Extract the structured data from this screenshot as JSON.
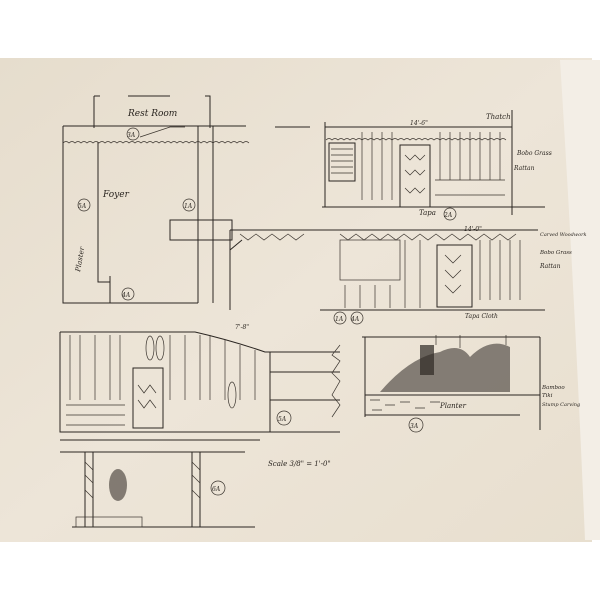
{
  "sheet": {
    "paper_color": "#ebe3d5",
    "ink_color": "#2b2622",
    "plan_labels": {
      "rest_room": "Rest Room",
      "foyer": "Foyer",
      "plaster": "Plaster",
      "tag_3a": "3A",
      "tag_5a_plan": "5A",
      "tag_1a_plan": "1A",
      "tag_4a_plan": "4A"
    },
    "elevation_2a": {
      "dimension": "14'-6\"",
      "thatch": "Thatch",
      "grass": "Bobo Grass",
      "rattan": "Rattan",
      "tapa": "Tapa",
      "tag": "2A"
    },
    "elevation_1a_4a": {
      "dimension": "14'-0\"",
      "carving": "Carved Woodwork",
      "grass": "Bobo Grass",
      "rattan": "Rattan",
      "tapa_cloth": "Tapa Cloth",
      "tag_1a": "1A",
      "tag_4a": "4A"
    },
    "elevation_5a": {
      "dimension": "7'-8\"",
      "tag": "5A"
    },
    "elevation_planter": {
      "bamboo": "Bamboo",
      "tiki": "Tiki",
      "stump_carving": "Stump Carving",
      "planter": "Planter",
      "tag": "3A"
    },
    "elevation_6a": {
      "tag": "6A"
    },
    "scale_note": "Scale 3/8\" = 1'-0\""
  }
}
